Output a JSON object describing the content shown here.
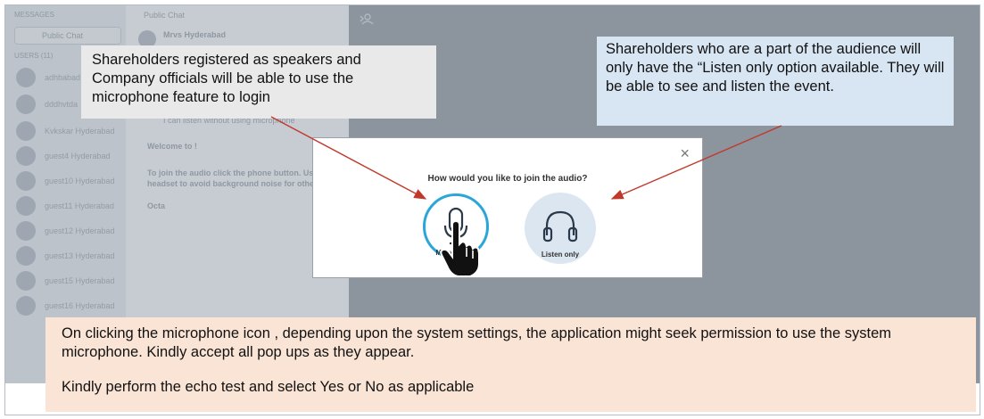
{
  "app": {
    "users_header": "MESSAGES",
    "public_chat_item": "Public Chat",
    "users_count": "USERS (11)",
    "users": [
      "adhbabad",
      "dddhvtda",
      "Kvkskar Hyderabad",
      "guest4 Hyderabad",
      "guest10 Hyderabad",
      "guest11 Hyderabad",
      "guest12 Hyderabad",
      "guest13 Hyderabad",
      "guest15 Hyderabad",
      "guest16 Hyderabad"
    ],
    "chat_header": "Public Chat",
    "chat_sender": "Mrvs Hyderabad",
    "chat_message": "I can listen without using microphone",
    "chat_welcome": "Welcome to !",
    "chat_join_line1": "To join the audio click the phone button. Us",
    "chat_join_line2": "headset to avoid background noise for othe",
    "chat_extra": "Octa"
  },
  "modal": {
    "title": "How would you like to join the audio?",
    "close_glyph": "×",
    "mic_label": "Microphone",
    "listen_label": "Listen only"
  },
  "callouts": {
    "speakers": "Shareholders registered as speakers and Company officials will be able to use the microphone feature to login",
    "audience": "Shareholders who are a part of the audience will only have the “Listen only option available. They will be able to see and listen the event.",
    "note_line1": "On clicking the microphone icon , depending upon the system settings, the application might seek permission to use the system microphone. Kindly accept all pop ups as they appear.",
    "note_line2": "Kindly perform the echo test and select Yes or No as applicable"
  },
  "colors": {
    "accent": "#2aa6d8",
    "arrow": "#c0392b",
    "speakers_bg": "#e9e9e9",
    "audience_bg": "#d8e5f3",
    "note_bg": "#fae4d6",
    "overlay": "#8c959e"
  },
  "icons": {
    "mic": "microphone-icon",
    "headphones": "headphones-icon",
    "hand": "pointing-hand-icon",
    "close": "close-icon"
  }
}
